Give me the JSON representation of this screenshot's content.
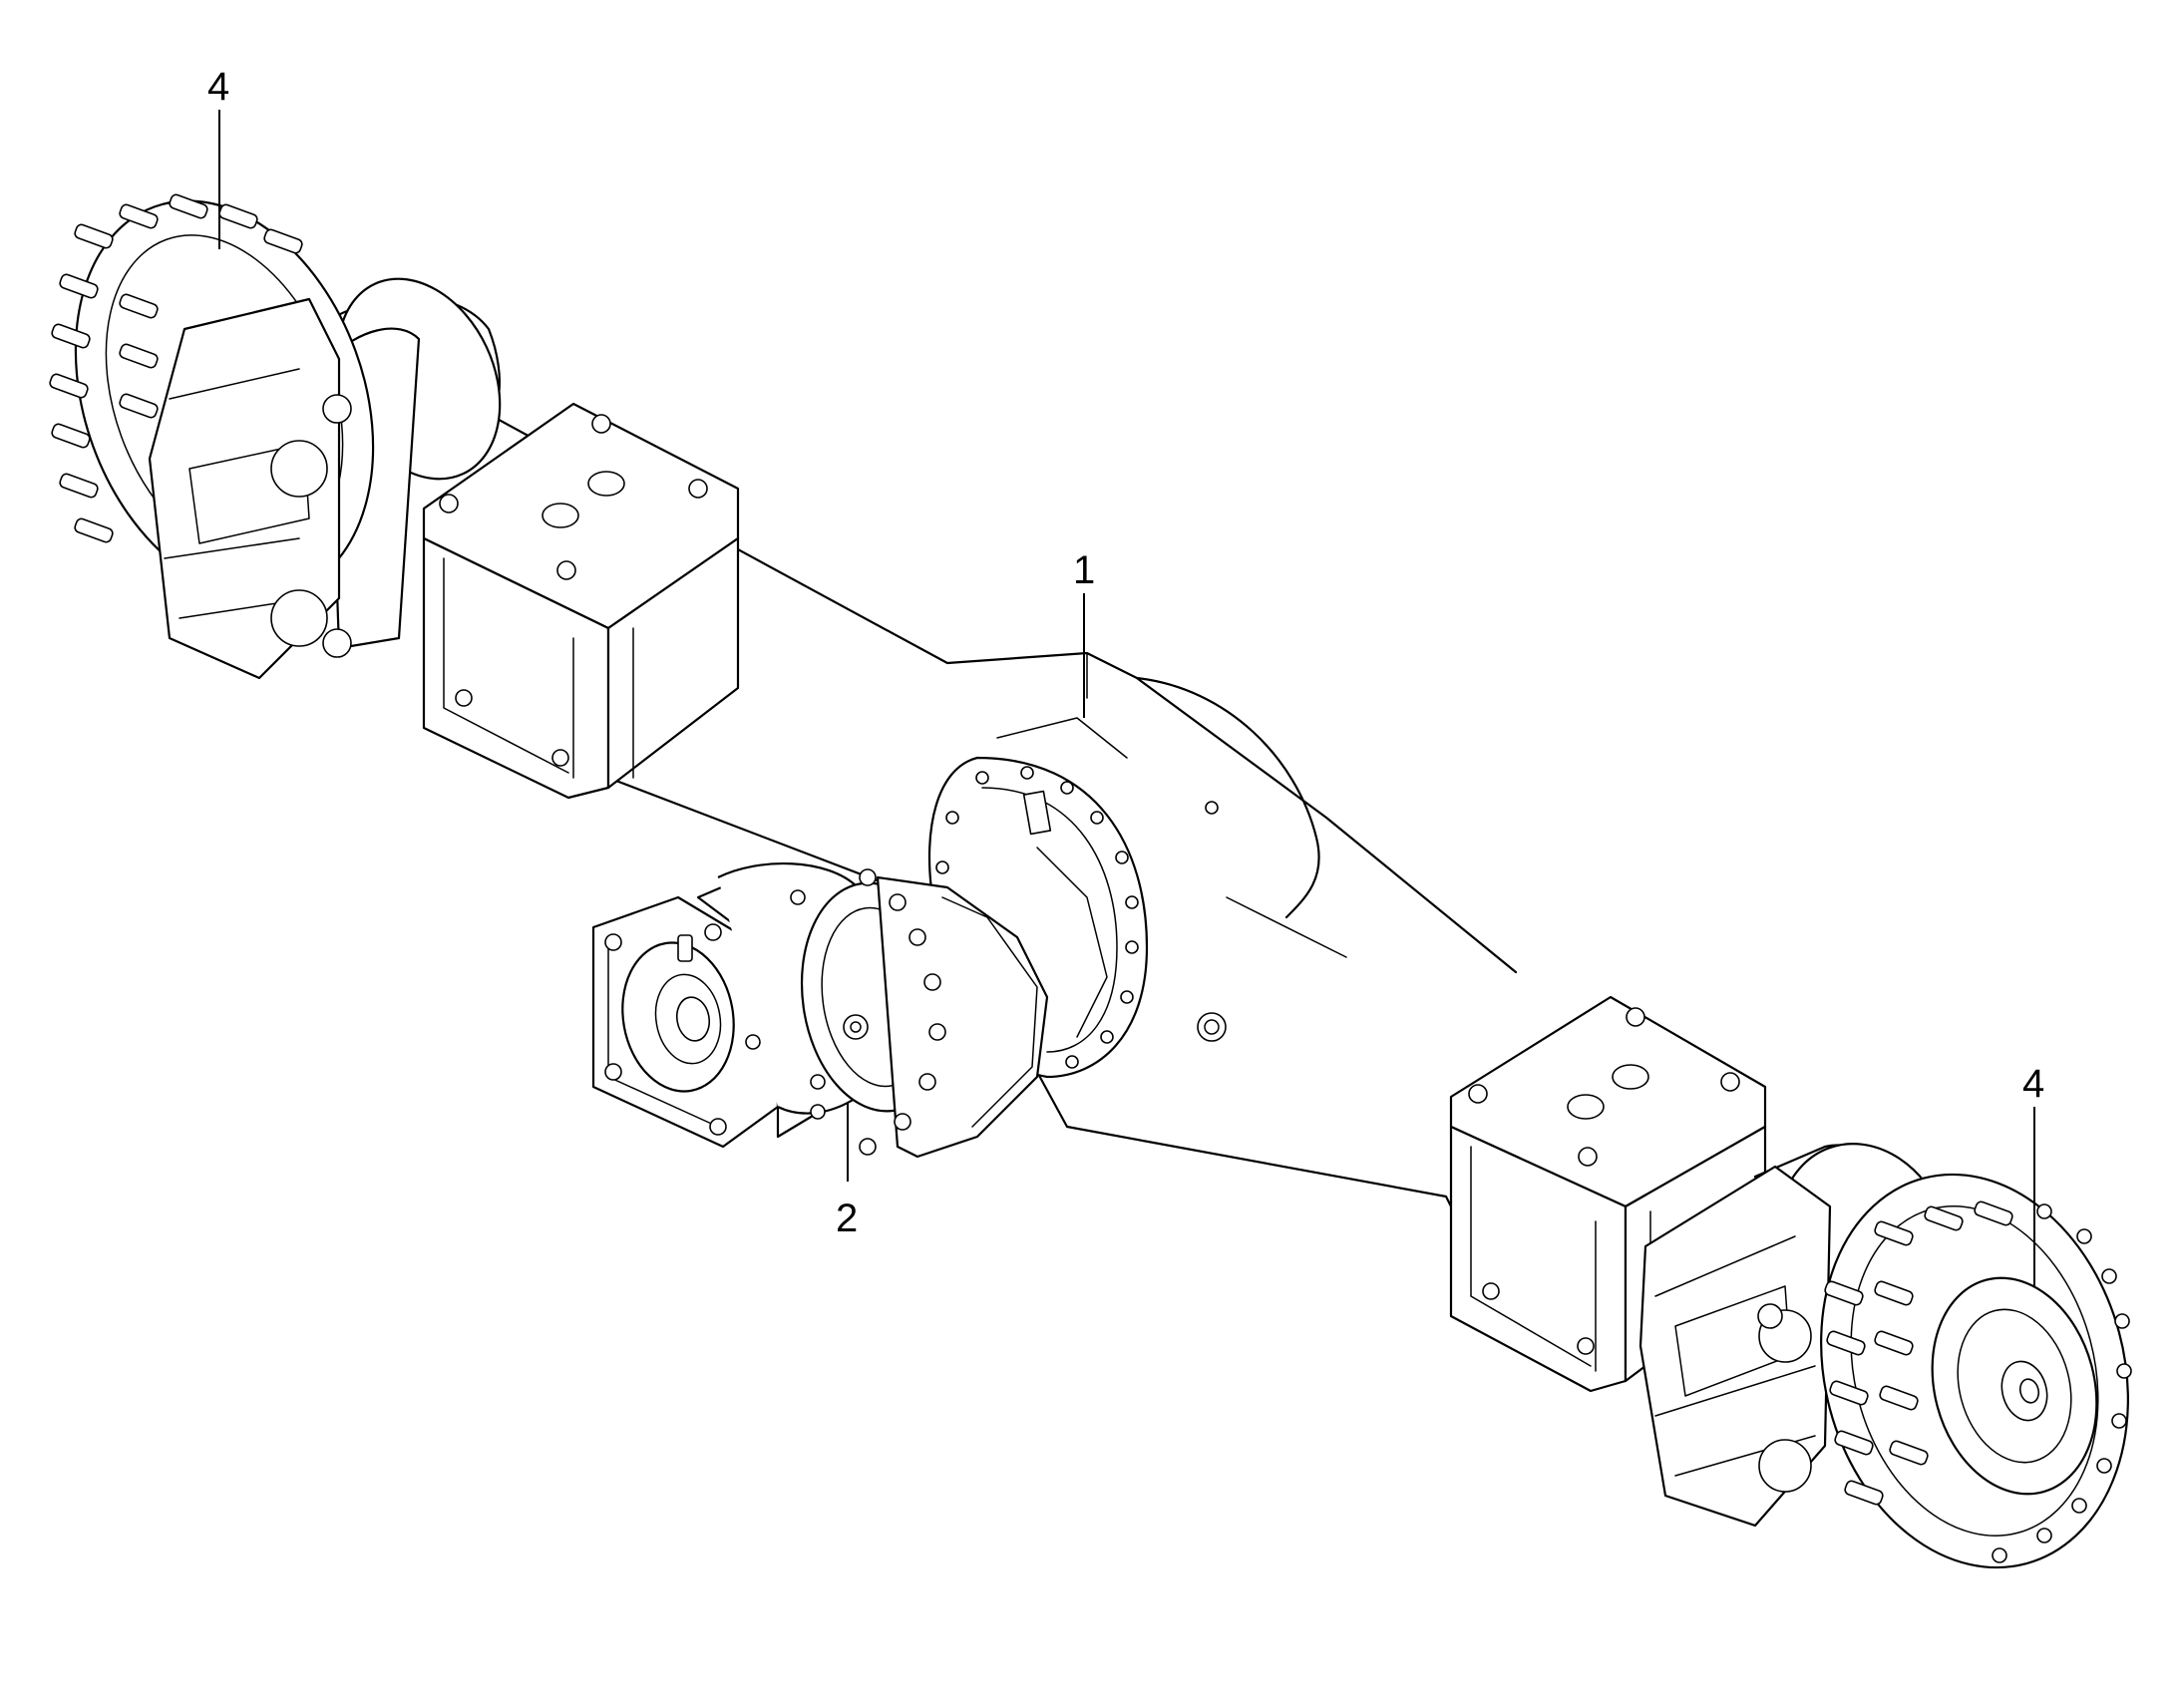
{
  "callouts": {
    "item_1": "1",
    "item_2": "2",
    "item_4_left": "4",
    "item_4_right": "4"
  },
  "colors": {
    "line": "#000000",
    "background": "#ffffff"
  }
}
